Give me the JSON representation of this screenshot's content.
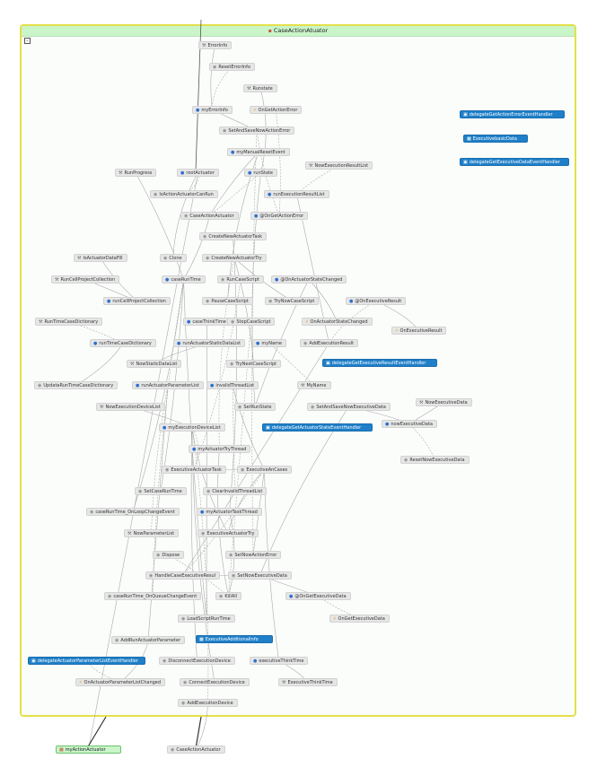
{
  "diagram": {
    "container_title": "CaseActionAtuator",
    "nodes": [
      {
        "id": "ErrorInfo",
        "label": "ErrorInfo",
        "icon": "property-icon",
        "style": "gray"
      },
      {
        "id": "ResetErrorInfo",
        "label": "ResetErrorInfo",
        "icon": "method-icon",
        "style": "gray"
      },
      {
        "id": "Runstate",
        "label": "Runstate",
        "icon": "property-icon",
        "style": "gray"
      },
      {
        "id": "myErrorInfo",
        "label": "myErrorInfo",
        "icon": "field-icon",
        "style": "gray"
      },
      {
        "id": "OnGetActionError",
        "label": "OnGetActionError",
        "icon": "event-icon",
        "style": "gray"
      },
      {
        "id": "SetAndSaveNowActionError",
        "label": "SetAndSaveNowActionError",
        "icon": "method-icon",
        "style": "gray"
      },
      {
        "id": "myManualResetEvent",
        "label": "myManualResetEvent",
        "icon": "field-icon",
        "style": "gray"
      },
      {
        "id": "NowExecutionResultList",
        "label": "NowExecutionResultList",
        "icon": "property-icon",
        "style": "gray"
      },
      {
        "id": "RunProgress",
        "label": "RunProgress",
        "icon": "property-icon",
        "style": "gray"
      },
      {
        "id": "rootActuator",
        "label": "rootActuator",
        "icon": "field-icon",
        "style": "gray"
      },
      {
        "id": "runState",
        "label": "runState",
        "icon": "field-icon",
        "style": "gray"
      },
      {
        "id": "IsActionActuatorCanRun",
        "label": "IsActionActuatorCanRun",
        "icon": "method-icon",
        "style": "gray"
      },
      {
        "id": "runExecutionResultList",
        "label": "runExecutionResultList",
        "icon": "field-icon",
        "style": "gray"
      },
      {
        "id": "CaseActionActuator",
        "label": "CaseActionActuator",
        "icon": "method-icon",
        "style": "gray"
      },
      {
        "id": "AtOnGetActionError",
        "label": "@OnGetActionError",
        "icon": "field-icon",
        "style": "gray"
      },
      {
        "id": "CreateNewActuatorTask",
        "label": "CreateNewActuatorTask",
        "icon": "method-icon",
        "style": "gray"
      },
      {
        "id": "IsActuatorDataFill",
        "label": "IsActuatorDataFill",
        "icon": "property-icon",
        "style": "gray"
      },
      {
        "id": "Clone",
        "label": "Clone",
        "icon": "method-icon",
        "style": "gray"
      },
      {
        "id": "CreateNewActuatorTry",
        "label": "CreateNewActuatorTry",
        "icon": "method-icon",
        "style": "gray"
      },
      {
        "id": "RunCellProjectCollection",
        "label": "RunCellProjectCollection",
        "icon": "property-icon",
        "style": "gray"
      },
      {
        "id": "caseRunTime",
        "label": "caseRunTime",
        "icon": "field-icon",
        "style": "gray"
      },
      {
        "id": "RunCaseScript",
        "label": "RunCaseScript",
        "icon": "method-icon",
        "style": "gray"
      },
      {
        "id": "AtOnActuatorStateChanged",
        "label": "@OnActuatorStateChanged",
        "icon": "field-icon",
        "style": "gray"
      },
      {
        "id": "runCellProjectCollection",
        "label": "runCellProjectCollection",
        "icon": "field-icon",
        "style": "gray"
      },
      {
        "id": "PauseCaseScript",
        "label": "PauseCaseScript",
        "icon": "method-icon",
        "style": "gray"
      },
      {
        "id": "TryNowCaseScript",
        "label": "TryNowCaseScript",
        "icon": "method-icon",
        "style": "gray"
      },
      {
        "id": "AtOnExecutiveResult",
        "label": "@OnExecutiveResult",
        "icon": "field-icon",
        "style": "gray"
      },
      {
        "id": "RunTimeCaseDictionary",
        "label": "RunTimeCaseDictionary",
        "icon": "property-icon",
        "style": "gray"
      },
      {
        "id": "caseThinkTime",
        "label": "caseThinkTime",
        "icon": "field-icon",
        "style": "gray"
      },
      {
        "id": "StopCaseScript",
        "label": "StopCaseScript",
        "icon": "method-icon",
        "style": "gray"
      },
      {
        "id": "OnActuatorStateChanged",
        "label": "OnActuatorStateChanged",
        "icon": "event-icon",
        "style": "gray"
      },
      {
        "id": "OnExecutiveResult",
        "label": "OnExecutiveResult",
        "icon": "event-icon",
        "style": "gray"
      },
      {
        "id": "runTimeCaseDictionary",
        "label": "runTimeCaseDictionary",
        "icon": "field-icon",
        "style": "gray"
      },
      {
        "id": "runActuatorStaticDataList",
        "label": "runActuatorStaticDataList",
        "icon": "field-icon",
        "style": "gray"
      },
      {
        "id": "myName",
        "label": "myName",
        "icon": "field-icon",
        "style": "gray"
      },
      {
        "id": "AddExecutionResult",
        "label": "AddExecutionResult",
        "icon": "method-icon",
        "style": "gray"
      },
      {
        "id": "delegateGetExecutiveResultEventHandler",
        "label": "delegateGetExecutiveResultEventHandler",
        "icon": "delegate-icon",
        "style": "blue"
      },
      {
        "id": "NowStaticDataList",
        "label": "NowStaticDataList",
        "icon": "property-icon",
        "style": "gray"
      },
      {
        "id": "TryNextCaseScript",
        "label": "TryNextCaseScript",
        "icon": "method-icon",
        "style": "gray"
      },
      {
        "id": "UpdataRunTimeCaseDictionary",
        "label": "UpdataRunTimeCaseDictionary",
        "icon": "method-icon",
        "style": "gray"
      },
      {
        "id": "runActuatorParameterList",
        "label": "runActuatorParameterList",
        "icon": "field-icon",
        "style": "gray"
      },
      {
        "id": "invalidThreadList",
        "label": "invalidThreadList",
        "icon": "field-icon",
        "style": "gray"
      },
      {
        "id": "MyName",
        "label": "MyName",
        "icon": "property-icon",
        "style": "gray"
      },
      {
        "id": "SetAndSaveNowExecutiveData",
        "label": "SetAndSaveNowExecutiveData",
        "icon": "method-icon",
        "style": "gray"
      },
      {
        "id": "NowExecutiveData",
        "label": "NowExecutiveData",
        "icon": "property-icon",
        "style": "gray"
      },
      {
        "id": "NowExecutionDeviceList",
        "label": "NowExecutionDeviceList",
        "icon": "property-icon",
        "style": "gray"
      },
      {
        "id": "SetRunState",
        "label": "SetRunState",
        "icon": "method-icon",
        "style": "gray"
      },
      {
        "id": "nowExecutiveData",
        "label": "nowExecutiveData",
        "icon": "field-icon",
        "style": "gray"
      },
      {
        "id": "myExecutionDeviceList",
        "label": "myExecutionDeviceList",
        "icon": "field-icon",
        "style": "gray"
      },
      {
        "id": "delegateGetActuatorStateEventHandler",
        "label": "delegateGetActuatorStateEventHandler",
        "icon": "delegate-icon",
        "style": "blue"
      },
      {
        "id": "myActuatorTryThread",
        "label": "myActuatorTryThread",
        "icon": "field-icon",
        "style": "gray"
      },
      {
        "id": "ResetNowExecutiveData",
        "label": "ResetNowExecutiveData",
        "icon": "method-icon",
        "style": "gray"
      },
      {
        "id": "ExecutiveActuatorTask",
        "label": "ExecutiveActuatorTask",
        "icon": "method-icon",
        "style": "gray"
      },
      {
        "id": "ExecutiveAnCases",
        "label": "ExecutiveAnCases",
        "icon": "method-icon",
        "style": "gray"
      },
      {
        "id": "SetCaseRunTime",
        "label": "SetCaseRunTime",
        "icon": "method-icon",
        "style": "gray"
      },
      {
        "id": "ClearInvalidThreadList",
        "label": "ClearInvalidThreadList",
        "icon": "method-icon",
        "style": "gray"
      },
      {
        "id": "caseRunTime_OnLoopChangeEvent",
        "label": "caseRunTime_OnLoopChangeEvent",
        "icon": "method-icon",
        "style": "gray"
      },
      {
        "id": "myActuatorTaskThread",
        "label": "myActuatorTaskThread",
        "icon": "field-icon",
        "style": "gray"
      },
      {
        "id": "NowParameterList",
        "label": "NowParameterList",
        "icon": "property-icon",
        "style": "gray"
      },
      {
        "id": "ExecutiveActuatorTry",
        "label": "ExecutiveActuatorTry",
        "icon": "method-icon",
        "style": "gray"
      },
      {
        "id": "Dispose",
        "label": "Dispose",
        "icon": "method-icon",
        "style": "gray"
      },
      {
        "id": "SetNowActionError",
        "label": "SetNowActionError",
        "icon": "method-icon",
        "style": "gray"
      },
      {
        "id": "HandleCaseExecutiveResul",
        "label": "HandleCaseExecutiveResul",
        "icon": "method-icon",
        "style": "gray"
      },
      {
        "id": "SetNowExecutiveData",
        "label": "SetNowExecutiveData",
        "icon": "method-icon",
        "style": "gray"
      },
      {
        "id": "caseRunTime_OnQueueChangeEvent",
        "label": "caseRunTime_OnQueueChangeEvent",
        "icon": "method-icon",
        "style": "gray"
      },
      {
        "id": "KillAll",
        "label": "KillAll",
        "icon": "method-icon",
        "style": "gray"
      },
      {
        "id": "AtOnGetExecutiveData",
        "label": "@OnGetExecutiveData",
        "icon": "field-icon",
        "style": "gray"
      },
      {
        "id": "LoadScriptRunTime",
        "label": "LoadScriptRunTime",
        "icon": "method-icon",
        "style": "gray"
      },
      {
        "id": "OnGetExecutiveData",
        "label": "OnGetExecutiveData",
        "icon": "event-icon",
        "style": "gray"
      },
      {
        "id": "AddRunActuatorParameter",
        "label": "AddRunActuatorParameter",
        "icon": "method-icon",
        "style": "gray"
      },
      {
        "id": "ExecutiveAdditionalInfo",
        "label": "ExecutiveAdditionalInfo",
        "icon": "class-icon",
        "style": "blue"
      },
      {
        "id": "delegateActuatorParameterListEventHandler",
        "label": "delegateActuatorParameterListEventHandler",
        "icon": "delegate-icon",
        "style": "blue"
      },
      {
        "id": "DisconnectExecutionDevice",
        "label": "DisconnectExecutionDevice",
        "icon": "method-icon",
        "style": "gray"
      },
      {
        "id": "executiveThinkTime",
        "label": "executiveThinkTime",
        "icon": "field-icon",
        "style": "gray"
      },
      {
        "id": "OnActuatorParameterListChanged",
        "label": "OnActuatorParameterListChanged",
        "icon": "event-icon",
        "style": "gray"
      },
      {
        "id": "ConnectExecutionDevice",
        "label": "ConnectExecutionDevice",
        "icon": "method-icon",
        "style": "gray"
      },
      {
        "id": "ExecutiveThinkTime",
        "label": "ExecutiveThinkTime",
        "icon": "property-icon",
        "style": "gray"
      },
      {
        "id": "AddExecutionDevice",
        "label": "AddExecutionDevice",
        "icon": "method-icon",
        "style": "gray"
      },
      {
        "id": "delegateGetActionErrorEventHandler",
        "label": "delegateGetActionErrorEventHandler",
        "icon": "delegate-icon",
        "style": "blue"
      },
      {
        "id": "ExecutivebasicData",
        "label": "ExecutivebasicData",
        "icon": "class-icon",
        "style": "blue"
      },
      {
        "id": "delegateGetExecutiveDataEventHandler",
        "label": "delegateGetExecutiveDataEventHandler",
        "icon": "delegate-icon",
        "style": "blue"
      },
      {
        "id": "myActionActuator",
        "label": "myActionActuator",
        "icon": "class-icon",
        "style": "green"
      },
      {
        "id": "CaseActionActuatorOuter",
        "label": "CaseActionActuator",
        "icon": "method-icon",
        "style": "gray"
      }
    ],
    "edges": [
      [
        "ResetErrorInfo",
        "myErrorInfo"
      ],
      [
        "ErrorInfo",
        "myErrorInfo"
      ],
      [
        "SetAndSaveNowActionError",
        "myErrorInfo"
      ],
      [
        "OnGetActionError",
        "AtOnGetActionError"
      ],
      [
        "Runstate",
        "runState"
      ],
      [
        "SetRunState",
        "runState"
      ],
      [
        "NowExecutionResultList",
        "runExecutionResultList"
      ],
      [
        "AddExecutionResult",
        "runExecutionResultList"
      ],
      [
        "RunProgress",
        "caseRunTime"
      ],
      [
        "IsActionActuatorCanRun",
        "rootActuator"
      ],
      [
        "Clone",
        "rootActuator"
      ],
      [
        "CaseActionActuator",
        "myManualResetEvent"
      ],
      [
        "CaseActionActuator",
        "runState"
      ],
      [
        "CaseActionActuator",
        "caseRunTime"
      ],
      [
        "CreateNewActuatorTask",
        "myActuatorTaskThread"
      ],
      [
        "CreateNewActuatorTry",
        "myActuatorTryThread"
      ],
      [
        "IsActuatorDataFill",
        "runCellProjectCollection"
      ],
      [
        "RunCellProjectCollection",
        "runCellProjectCollection"
      ],
      [
        "RunTimeCaseDictionary",
        "runTimeCaseDictionary"
      ],
      [
        "UpdataRunTimeCaseDictionary",
        "runTimeCaseDictionary"
      ],
      [
        "NowStaticDataList",
        "runActuatorStaticDataList"
      ],
      [
        "NowParameterList",
        "runActuatorParameterList"
      ],
      [
        "AddRunActuatorParameter",
        "runActuatorParameterList"
      ],
      [
        "NowExecutionDeviceList",
        "myExecutionDeviceList"
      ],
      [
        "AddExecutionDevice",
        "myExecutionDeviceList"
      ],
      [
        "ConnectExecutionDevice",
        "myExecutionDeviceList"
      ],
      [
        "DisconnectExecutionDevice",
        "myExecutionDeviceList"
      ],
      [
        "MyName",
        "myName"
      ],
      [
        "OnActuatorStateChanged",
        "AtOnActuatorStateChanged"
      ],
      [
        "OnExecutiveResult",
        "AtOnExecutiveResult"
      ],
      [
        "AddExecutionResult",
        "AtOnExecutiveResult"
      ],
      [
        "SetRunState",
        "AtOnActuatorStateChanged"
      ],
      [
        "NowExecutiveData",
        "nowExecutiveData"
      ],
      [
        "ResetNowExecutiveData",
        "nowExecutiveData"
      ],
      [
        "SetAndSaveNowExecutiveData",
        "nowExecutiveData"
      ],
      [
        "SetNowExecutiveData",
        "SetAndSaveNowExecutiveData"
      ],
      [
        "OnGetExecutiveData",
        "AtOnGetExecutiveData"
      ],
      [
        "SetNowExecutiveData",
        "AtOnGetExecutiveData"
      ],
      [
        "ExecutiveThinkTime",
        "executiveThinkTime"
      ],
      [
        "ExecutiveActuatorTask",
        "myExecutionDeviceList"
      ],
      [
        "ExecutiveActuatorTry",
        "myExecutionDeviceList"
      ],
      [
        "ExecutiveAnCases",
        "invalidThreadList"
      ],
      [
        "ClearInvalidThreadList",
        "invalidThreadList"
      ],
      [
        "SetCaseRunTime",
        "caseRunTime"
      ],
      [
        "caseRunTime_OnLoopChangeEvent",
        "caseRunTime"
      ],
      [
        "caseRunTime_OnQueueChangeEvent",
        "caseRunTime"
      ],
      [
        "LoadScriptRunTime",
        "caseRunTime"
      ],
      [
        "LoadScriptRunTime",
        "caseThinkTime"
      ],
      [
        "Dispose",
        "KillAll"
      ],
      [
        "KillAll",
        "myActuatorTaskThread"
      ],
      [
        "KillAll",
        "myActuatorTryThread"
      ],
      [
        "SetNowActionError",
        "SetAndSaveNowActionError"
      ],
      [
        "HandleCaseExecutiveResul",
        "AddExecutionResult"
      ],
      [
        "HandleCaseExecutiveResul",
        "SetNowExecutiveData"
      ],
      [
        "RunCaseScript",
        "ExecutiveActuatorTask"
      ],
      [
        "PauseCaseScript",
        "myManualResetEvent"
      ],
      [
        "TryNowCaseScript",
        "CreateNewActuatorTry"
      ],
      [
        "StopCaseScript",
        "KillAll"
      ],
      [
        "TryNextCaseScript",
        "CreateNewActuatorTry"
      ],
      [
        "AddRunActuatorParameter",
        "OnActuatorParameterListChanged"
      ],
      [
        "OnActuatorParameterListChanged",
        "delegateActuatorParameterListEventHandler"
      ],
      [
        "ExecutiveAnCases",
        "executiveThinkTime"
      ],
      [
        "ExecutiveAnCases",
        "SetNowActionError"
      ],
      [
        "ExecutiveAnCases",
        "HandleCaseExecutiveResul"
      ],
      [
        "ExecutiveActuatorTask",
        "ExecutiveAnCases"
      ],
      [
        "ExecutiveActuatorTry",
        "ExecutiveAnCases"
      ],
      [
        "SetAndSaveNowActionError",
        "AtOnGetActionError"
      ],
      [
        "myActionActuator",
        "rootActuator"
      ],
      [
        "CaseActionActuatorOuter",
        "AddExecutionDevice"
      ]
    ]
  },
  "colors": {
    "container_border": "#e3e04a",
    "container_header": "#c9f5c9",
    "node_gray": "#e6e6e6",
    "node_blue": "#1f7fc8",
    "edge": "#a9a9a9"
  }
}
